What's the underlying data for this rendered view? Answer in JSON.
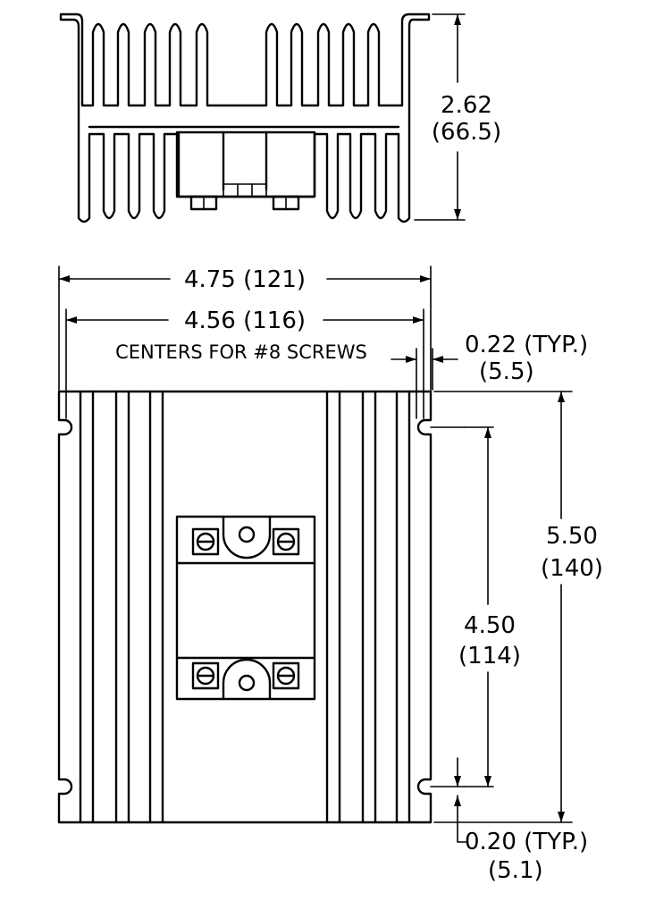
{
  "side_view": {
    "height_in": "2.62",
    "height_mm": "(66.5)"
  },
  "top_view": {
    "overall_width": "4.75 (121)",
    "screw_centers_width": "4.56 (116)",
    "centers_note": "CENTERS FOR #8 SCREWS",
    "slot_width_in": "0.22 (TYP.)",
    "slot_width_mm": "(5.5)",
    "overall_height_in": "5.50",
    "overall_height_mm": "(140)",
    "slot_spacing_in": "4.50",
    "slot_spacing_mm": "(114)",
    "slot_offset_in": "0.20 (TYP.)",
    "slot_offset_mm": "(5.1)"
  }
}
